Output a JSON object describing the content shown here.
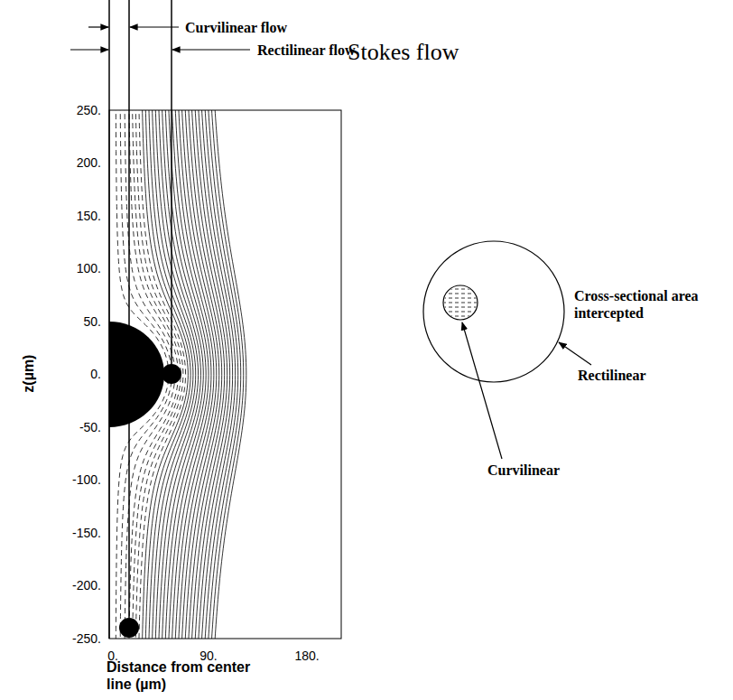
{
  "diagram": {
    "title": "Stokes flow",
    "labels": [
      "Curvilinear flow",
      "Rectilinear flow",
      "250.",
      "200.",
      "150.",
      "100.",
      "50.",
      "0.",
      "-50.",
      "-100.",
      "-150.",
      "-200.",
      "-250.",
      "0.",
      "90.",
      "180.",
      "z(µm)",
      "Distance from center line (µm)",
      "Cross-sectional area intercepted",
      "Rectilinear",
      "Curvilinear"
    ]
  }
}
